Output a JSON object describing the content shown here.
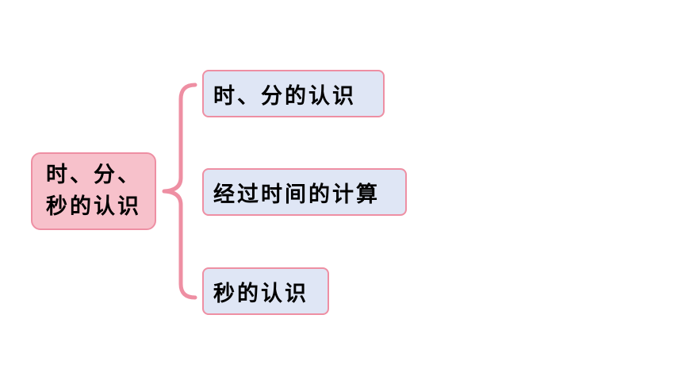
{
  "root": {
    "line1": "时、分、",
    "line2": "秒的认识"
  },
  "children": [
    {
      "label": "时、分的认识"
    },
    {
      "label": "经过时间的计算"
    },
    {
      "label": "秒的认识"
    }
  ],
  "colors": {
    "root_fill": "#f7c1cb",
    "border": "#ee8fa3",
    "child_fill": "#dfe6f5",
    "brace": "#ee8fa3"
  }
}
